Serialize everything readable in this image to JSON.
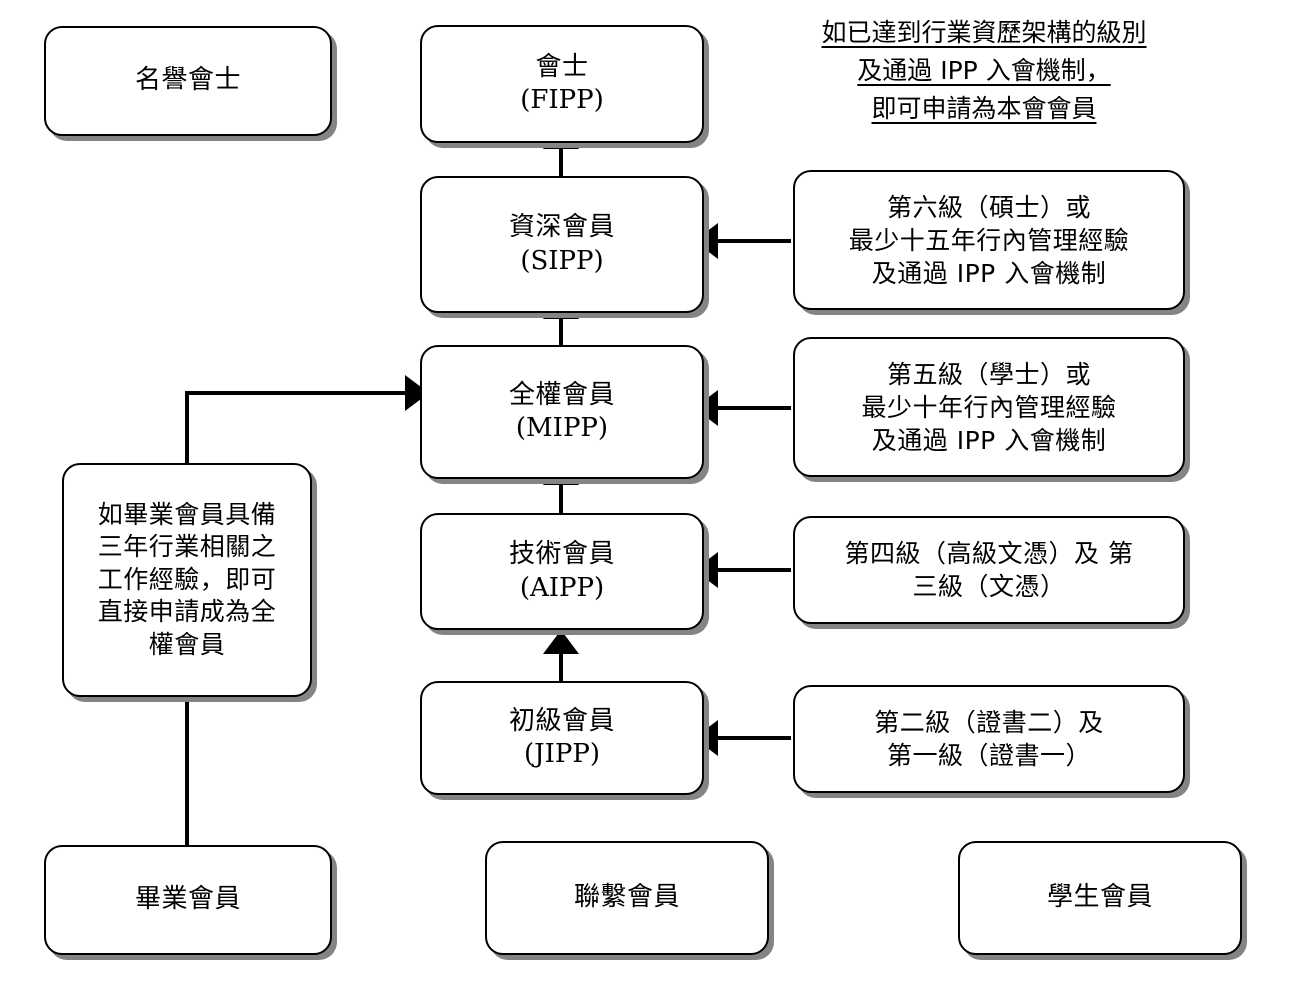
{
  "diagram": {
    "title": "IPP Membership Grade Pathway",
    "colors": {
      "box_border": "#000000",
      "box_fill": "#ffffff",
      "shadow": "#848484",
      "text": "#000000",
      "connector": "#000000"
    },
    "caption": {
      "name": "qualification-note",
      "lines": [
        "如已達到行業資歷架構的級別",
        "及通過 IPP 入會機制，",
        "即可申請為本會會員"
      ]
    },
    "nodes": {
      "honorary_fellow": {
        "label": "名譽會士"
      },
      "fellow": {
        "label": "會士",
        "code": "(FIPP)"
      },
      "senior_member": {
        "label": "資深會員",
        "code": "(SIPP)"
      },
      "full_member": {
        "label": "全權會員",
        "code": "(MIPP)"
      },
      "technical_member": {
        "label": "技術會員",
        "code": "(AIPP)"
      },
      "junior_member": {
        "label": "初級會員",
        "code": "(JIPP)"
      },
      "graduate_member": {
        "label": "畢業會員"
      },
      "affiliate_member": {
        "label": "聯繫會員"
      },
      "student_member": {
        "label": "學生會員"
      },
      "graduate_note": {
        "lines": [
          "如畢業會員具備",
          "三年行業相關之",
          "工作經驗，即可",
          "直接申請成為全",
          "權會員"
        ]
      },
      "req_senior": {
        "lines": [
          "第六級（碩士）或",
          "最少十五年行內管理經驗",
          "及通過 IPP 入會機制"
        ]
      },
      "req_full": {
        "lines": [
          "第五級（學士）或",
          "最少十年行內管理經驗",
          "及通過 IPP 入會機制"
        ]
      },
      "req_technical": {
        "lines": [
          "第四級（高級文憑）及 第",
          "三級（文憑）"
        ]
      },
      "req_junior": {
        "lines": [
          "第二級（證書二）及",
          "第一級（證書一）"
        ]
      }
    },
    "edges": [
      {
        "name": "senior-to-fellow",
        "from": "senior_member",
        "to": "fellow",
        "arrow": "up"
      },
      {
        "name": "full-to-senior",
        "from": "full_member",
        "to": "senior_member",
        "arrow": "up"
      },
      {
        "name": "technical-to-full",
        "from": "technical_member",
        "to": "full_member",
        "arrow": "up"
      },
      {
        "name": "junior-to-technical",
        "from": "junior_member",
        "to": "technical_member",
        "arrow": "up"
      },
      {
        "name": "req-senior-to-senior",
        "from": "req_senior",
        "to": "senior_member",
        "arrow": "left"
      },
      {
        "name": "req-full-to-full",
        "from": "req_full",
        "to": "full_member",
        "arrow": "left"
      },
      {
        "name": "req-technical-to-technical",
        "from": "req_technical",
        "to": "technical_member",
        "arrow": "left"
      },
      {
        "name": "req-junior-to-junior",
        "from": "req_junior",
        "to": "junior_member",
        "arrow": "left"
      },
      {
        "name": "graduate-note-to-full",
        "from": "graduate_note",
        "to": "full_member",
        "arrow": "right"
      },
      {
        "name": "graduate-to-note",
        "from": "graduate_member",
        "to": "graduate_note",
        "arrow": "none"
      }
    ]
  }
}
